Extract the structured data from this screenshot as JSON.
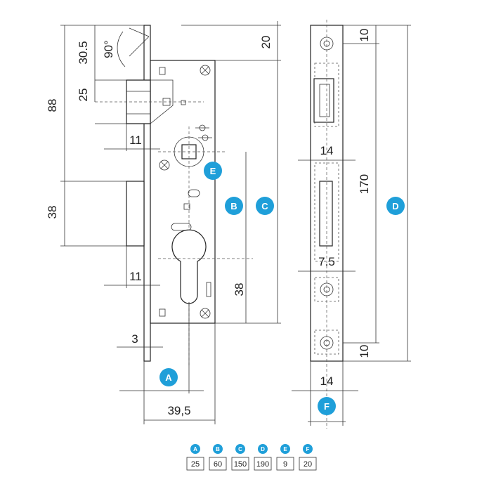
{
  "dimensions": {
    "angle": "90°",
    "d_30_5": "30.5",
    "d_20": "20",
    "d_88": "88",
    "d_25": "25",
    "d_11_top": "11",
    "d_38_left": "38",
    "d_11_bottom": "11",
    "d_38_right": "38",
    "d_3": "3",
    "d_39_5": "39,5",
    "d_10_top": "10",
    "d_14_top": "14",
    "d_170": "170",
    "d_7_5": "7.5",
    "d_10_bottom": "10",
    "d_14_bottom": "14"
  },
  "labels": {
    "A": "A",
    "B": "B",
    "C": "C",
    "D": "D",
    "E": "E",
    "F": "F"
  },
  "table": {
    "headers": [
      "A",
      "B",
      "C",
      "D",
      "E",
      "F"
    ],
    "values": [
      "25",
      "60",
      "150",
      "190",
      "9",
      "20"
    ]
  },
  "colors": {
    "badge": "#1f9fd9",
    "line": "#222222"
  }
}
